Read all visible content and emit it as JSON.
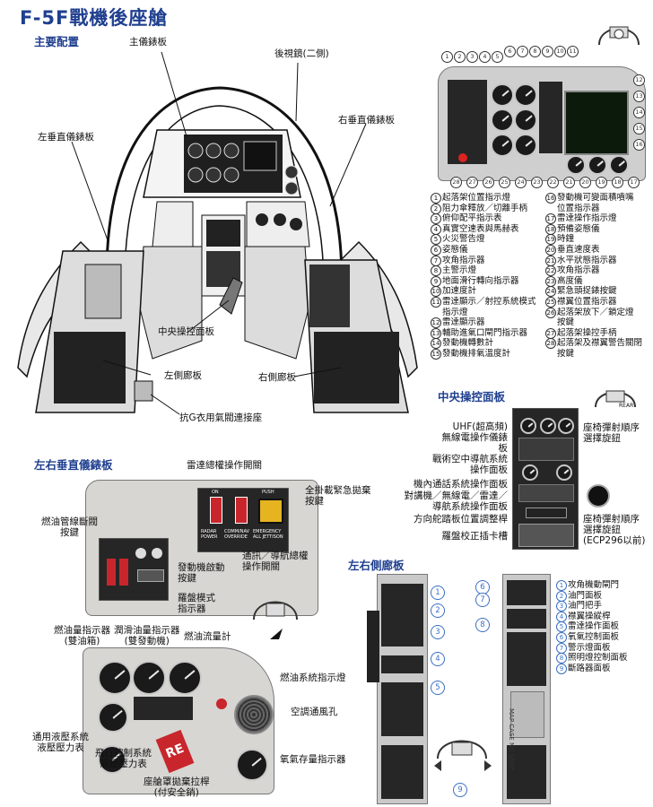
{
  "title": "F-5F戰機後座艙",
  "main_layout": {
    "heading": "主要配置",
    "labels": {
      "main_panel": "主儀錶板",
      "rear_mirror": "後視鏡(二側)",
      "left_panel": "左垂直儀錶板",
      "right_panel": "右垂直儀錶板",
      "center_panel": "中央操控面板",
      "left_console": "左側廊板",
      "right_console": "右側廊板",
      "g_suit": "抗G衣用氣閥連接座"
    }
  },
  "main_panel_legend": {
    "left": [
      {
        "n": "1",
        "t": "起落架位置指示燈"
      },
      {
        "n": "2",
        "t": "阻力傘釋放／切離手柄"
      },
      {
        "n": "3",
        "t": "俯仰配平指示表"
      },
      {
        "n": "4",
        "t": "真實空速表與馬赫表"
      },
      {
        "n": "5",
        "t": "火災警告燈"
      },
      {
        "n": "6",
        "t": "姿態儀"
      },
      {
        "n": "7",
        "t": "攻角指示器"
      },
      {
        "n": "8",
        "t": "主警示燈"
      },
      {
        "n": "9",
        "t": "地面滑行轉向指示器"
      },
      {
        "n": "10",
        "t": "加速度計"
      },
      {
        "n": "11",
        "t": "雷達顯示／射控系統模式"
      },
      {
        "n": "",
        "t": "指示燈"
      },
      {
        "n": "12",
        "t": "雷達顯示器"
      },
      {
        "n": "13",
        "t": "輔助進氣口閘門指示器"
      },
      {
        "n": "14",
        "t": "發動機轉數計"
      },
      {
        "n": "15",
        "t": "發動機排氣溫度計"
      }
    ],
    "right": [
      {
        "n": "16",
        "t": "發動機可變面積噴嘴"
      },
      {
        "n": "",
        "t": "位置指示器"
      },
      {
        "n": "17",
        "t": "雷達操作指示燈"
      },
      {
        "n": "18",
        "t": "預備姿態儀"
      },
      {
        "n": "19",
        "t": "時鐘"
      },
      {
        "n": "20",
        "t": "垂直速度表"
      },
      {
        "n": "21",
        "t": "水平狀態指示器"
      },
      {
        "n": "22",
        "t": "攻角指示器"
      },
      {
        "n": "23",
        "t": "高度儀"
      },
      {
        "n": "24",
        "t": "緊急頭捉錶按鍵"
      },
      {
        "n": "25",
        "t": "襟翼位置指示器"
      },
      {
        "n": "26",
        "t": "起落架放下／鎖定燈"
      },
      {
        "n": "",
        "t": "按鍵"
      },
      {
        "n": "27",
        "t": "起落架操控手柄"
      },
      {
        "n": "28",
        "t": "起落架及襟翼警告關閉"
      },
      {
        "n": "",
        "t": "按鍵"
      }
    ]
  },
  "center_section": {
    "heading": "中央操控面板",
    "labels": {
      "uhf": "UHF(超高頻)\n無線電操作儀錶板",
      "tacan": "戰術空中導航系統\n操作面板",
      "intercom": "機內通話系統操作面板",
      "nav_select": "對講機／無線電／雷達／\n導航系統操作面板",
      "rudder": "方向舵踏板位置調整桿",
      "compass": "羅盤校正插卡槽",
      "eject_seq": "座椅彈射順序\n選擇旋鈕",
      "eject_seq2": "座椅彈射順序\n選擇旋鈕\n(ECP296以前)",
      "rear_tag": "REAR"
    }
  },
  "vertical_section": {
    "heading": "左右垂直儀錶板",
    "labels": {
      "radar_switch": "雷達總權操作開關",
      "jettison": "全掛載緊急拋棄\n按鍵",
      "fuel_valve": "燃油管線斷閥\n按鍵",
      "engine_start": "發動機啟動\n按鍵",
      "compass_mode": "羅盤模式\n指示器",
      "comm_nav": "通訊／導航總權\n操作開關",
      "fuel_qty": "燃油量指示器\n(雙油箱)",
      "oil_press": "潤滑油量指示器\n(雙發動機)",
      "fuel_flow": "燃油流量計",
      "fuel_sys": "燃油系統指示燈",
      "ac_vent": "空調通風孔",
      "hyd": "通用液壓系統\n液壓壓力表",
      "flight_hyd": "飛行控制系統\n液壓壓力表",
      "oxygen": "氧氣存量指示器",
      "canopy": "座艙罩拋棄拉桿\n(付安全銷)",
      "switch_labels": [
        "RADAR",
        "POWER",
        "COMM/NAV",
        "OVERRIDE",
        "EMERGENCY",
        "ALL JETTISON",
        "PUSH",
        "ON"
      ],
      "tag": "RE"
    }
  },
  "console_section": {
    "heading": "左右側廊板",
    "legend": [
      {
        "n": "1",
        "t": "攻角機動閘門"
      },
      {
        "n": "2",
        "t": "油門面板"
      },
      {
        "n": "3",
        "t": "油門把手"
      },
      {
        "n": "4",
        "t": "襟翼操縱桿"
      },
      {
        "n": "5",
        "t": "雷達操作面板"
      },
      {
        "n": "6",
        "t": "氧氣控制面板"
      },
      {
        "n": "7",
        "t": "警示燈面板"
      },
      {
        "n": "8",
        "t": "照明燈控制面板"
      },
      {
        "n": "9",
        "t": "斷路器面板"
      }
    ],
    "case_text": "MAP CASE  NO STEP"
  },
  "colors": {
    "heading": "#1f3f8f",
    "callout": "#3a6fc4",
    "red_button": "#c8262c",
    "panel_gray": "#d7d6d2"
  }
}
